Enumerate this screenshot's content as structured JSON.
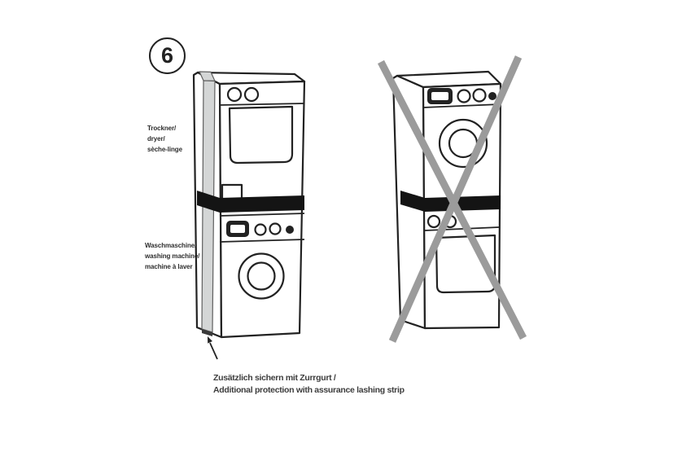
{
  "page": {
    "background": "#ffffff"
  },
  "step_badge": {
    "number": "6"
  },
  "left_figure": {
    "type": "correct-stack",
    "top_appliance": "dryer",
    "bottom_appliance": "washing-machine",
    "labels": {
      "top_appliance": [
        "Trockner/",
        "dryer/",
        "sèche-linge"
      ],
      "bottom_appliance": [
        "Waschmaschine/",
        "washing machine/",
        "machine à laver"
      ]
    },
    "parts": [
      "vertical-lashing-strap",
      "stacking-kit-band",
      "pointer-arrow"
    ]
  },
  "right_figure": {
    "type": "incorrect-stack",
    "top_appliance": "washing-machine",
    "bottom_appliance": "dryer",
    "overlay": "prohibition-cross"
  },
  "caption": {
    "line1": "Zusätzlich sichern mit Zurrgurt /",
    "line2": "Additional protection with assurance lashing strip"
  },
  "colors": {
    "outline": "#222222",
    "band": "#141414",
    "strap-fill": "#d4d6d6",
    "strap-edge": "#5f5f5f",
    "strap-end": "#3a3a3a",
    "cross": "#9b9b9b",
    "label-text": "#2e2e2e",
    "caption-text": "#3d3d3d"
  }
}
